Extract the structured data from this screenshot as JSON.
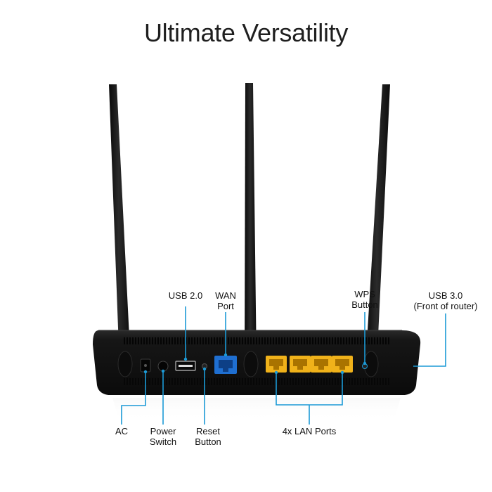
{
  "title": "Ultimate Versatility",
  "labels": {
    "usb2": "USB 2.0",
    "wan_line1": "WAN",
    "wan_line2": "Port",
    "wps_line1": "WPS",
    "wps_line2": "Button",
    "usb3_line1": "USB 3.0",
    "usb3_line2": "(Front of router)",
    "ac": "AC",
    "power_line1": "Power",
    "power_line2": "Switch",
    "reset_line1": "Reset",
    "reset_line2": "Button",
    "lan": "4x LAN Ports"
  },
  "colors": {
    "callout": "#1c9ad6",
    "router_body": "#141414",
    "wan_port": "#1f6fd1",
    "lan_port": "#f0b21a"
  },
  "icons": [
    "antenna",
    "router-body",
    "usb-port",
    "ethernet-port",
    "power-jack",
    "button"
  ]
}
